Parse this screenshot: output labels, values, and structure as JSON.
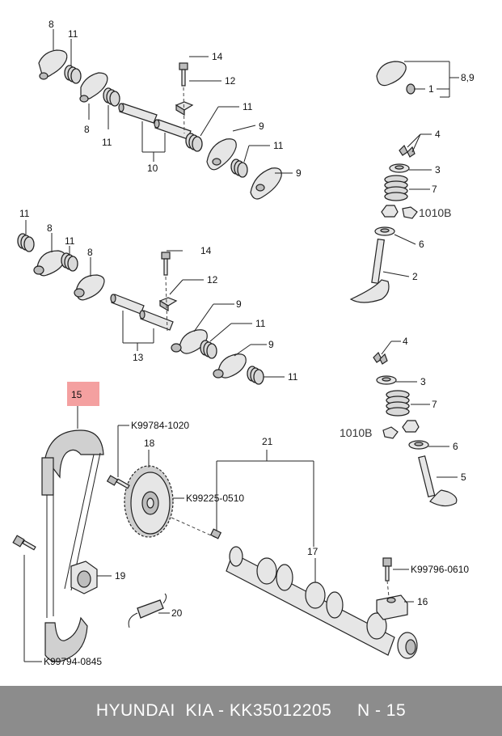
{
  "labels": {
    "l_8_a": "8",
    "l_11_a": "11",
    "l_14_a": "14",
    "l_12_a": "12",
    "l_8_b": "8",
    "l_11_b": "11",
    "l_11_c": "11",
    "l_9_a": "9",
    "l_11_d": "11",
    "l_10": "10",
    "l_9_b": "9",
    "l_89": "8,9",
    "l_1": "1",
    "l_4_a": "4",
    "l_3_a": "3",
    "l_7_a": "7",
    "l_1010b_a": "1010B",
    "l_6_a": "6",
    "l_2": "2",
    "l_11_e": "11",
    "l_8_c": "8",
    "l_11_f": "11",
    "l_8_d": "8",
    "l_14_b": "14",
    "l_12_b": "12",
    "l_9_c": "9",
    "l_11_g": "11",
    "l_13": "13",
    "l_9_d": "9",
    "l_11_h": "11",
    "l_4_b": "4",
    "l_3_b": "3",
    "l_7_b": "7",
    "l_1010b_b": "1010B",
    "l_6_b": "6",
    "l_5": "5",
    "l_15": "15",
    "l_k1020": "K99784-1020",
    "l_18": "18",
    "l_21": "21",
    "l_k0510": "K99225-0510",
    "l_17": "17",
    "l_19": "19",
    "l_20": "20",
    "l_k0610": "K99796-0610",
    "l_16": "16",
    "l_k0845": "K99794-0845"
  },
  "highlight": {
    "label": "15",
    "color": "#f4a0a0"
  },
  "footer": {
    "brand": "HYUNDAI  KIA - KK35012205",
    "page": "N - 15"
  },
  "colors": {
    "footer_bg": "#8c8c8c",
    "highlight": "#f4a0a0"
  }
}
